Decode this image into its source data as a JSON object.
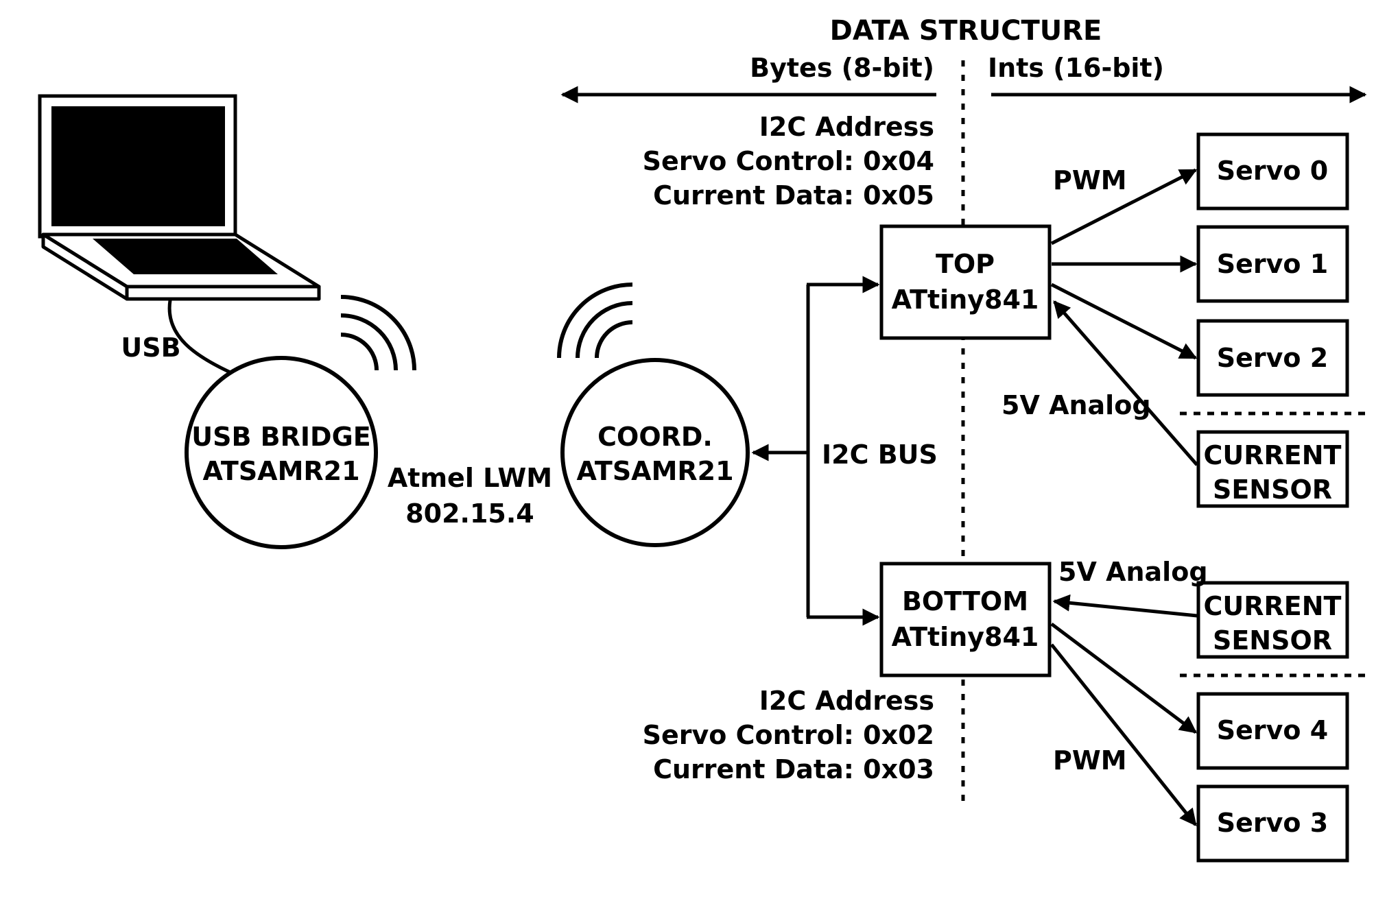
{
  "header": {
    "title": "DATA STRUCTURE",
    "left_label": "Bytes (8-bit)",
    "right_label": "Ints (16-bit)"
  },
  "top_address": {
    "heading": "I2C Address",
    "servo_control": "Servo Control: 0x04",
    "current_data": "Current Data: 0x05"
  },
  "bottom_address": {
    "heading": "I2C Address",
    "servo_control": "Servo Control: 0x02",
    "current_data": "Current Data: 0x03"
  },
  "usb_label": "USB",
  "usb_bridge": {
    "line1": "USB BRIDGE",
    "line2": "ATSAMR21"
  },
  "radio": {
    "line1": "Atmel LWM",
    "line2": "802.15.4"
  },
  "coordinator": {
    "line1": "COORD.",
    "line2": "ATSAMR21"
  },
  "bus_label": "I2C BUS",
  "top_mcu": {
    "line1": "TOP",
    "line2": "ATtiny841"
  },
  "bottom_mcu": {
    "line1": "BOTTOM",
    "line2": "ATtiny841"
  },
  "pwm_top": "PWM",
  "pwm_bottom": "PWM",
  "analog_top": "5V Analog",
  "analog_bottom": "5V Analog",
  "servos": {
    "s0": "Servo 0",
    "s1": "Servo 1",
    "s2": "Servo 2",
    "s3": "Servo 3",
    "s4": "Servo 4"
  },
  "sensor_top": {
    "line1": "CURRENT",
    "line2": "SENSOR"
  },
  "sensor_bottom": {
    "line1": "CURRENT",
    "line2": "SENSOR"
  },
  "icons": {
    "laptop": "laptop-icon",
    "wireless_left": "wireless-signal-icon",
    "wireless_right": "wireless-signal-icon"
  }
}
